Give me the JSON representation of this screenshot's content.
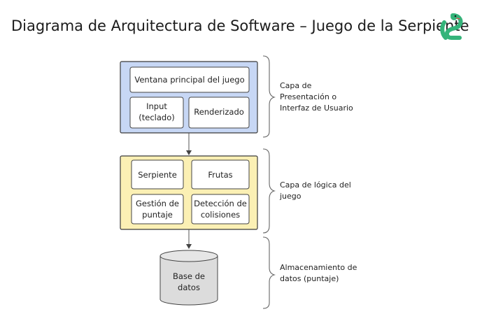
{
  "title": "Diagrama de Arquitectura de Software – Juego de la Serpiente",
  "title_icon": "snake-icon",
  "colors": {
    "presentation_fill": "#c7d7f5",
    "presentation_stroke": "#3b3b3b",
    "logic_fill": "#fbf0b4",
    "logic_stroke": "#3b3b3b",
    "db_fill": "#dcdcdc",
    "snake_green": "#34b47a",
    "snake_dark": "#1d7a50"
  },
  "layers": [
    {
      "id": "presentation",
      "components": [
        {
          "id": "main-window",
          "lines": [
            "Ventana principal del juego"
          ]
        },
        {
          "id": "input",
          "lines": [
            "Input",
            "(teclado)"
          ]
        },
        {
          "id": "rendering",
          "lines": [
            "Renderizado"
          ]
        }
      ],
      "label_lines": [
        "Capa de",
        "Presentación o",
        "Interfaz de Usuario"
      ]
    },
    {
      "id": "logic",
      "components": [
        {
          "id": "snake",
          "lines": [
            "Serpiente"
          ]
        },
        {
          "id": "fruits",
          "lines": [
            "Frutas"
          ]
        },
        {
          "id": "score",
          "lines": [
            "Gestión de",
            "puntaje"
          ]
        },
        {
          "id": "collision",
          "lines": [
            "Detección de",
            "colisiones"
          ]
        }
      ],
      "label_lines": [
        "Capa de lógica del",
        "juego"
      ]
    },
    {
      "id": "data",
      "components": [
        {
          "id": "database",
          "lines": [
            "Base de",
            "datos"
          ]
        }
      ],
      "label_lines": [
        "Almacenamiento de",
        "datos (puntaje)"
      ]
    }
  ]
}
